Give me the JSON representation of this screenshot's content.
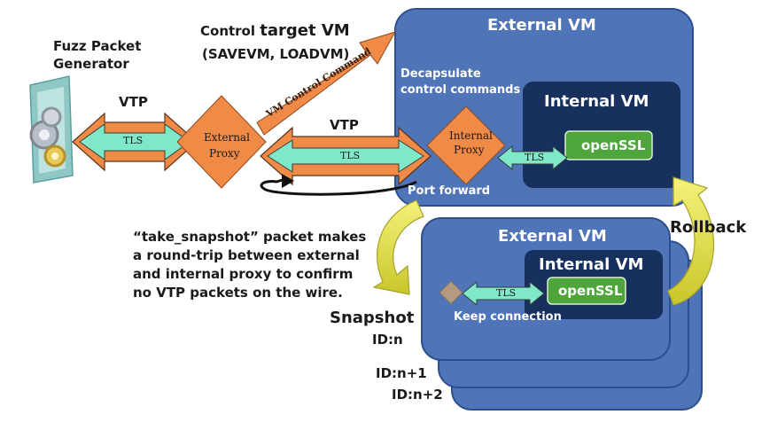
{
  "fuzz": {
    "title_line1": "Fuzz Packet",
    "title_line2": "Generator"
  },
  "control": {
    "prefix": "Control ",
    "target": "target VM",
    "commands": "(SAVEVM, LOADVM)",
    "arrow_label": "VM Control Command"
  },
  "links": {
    "vtp_left": "VTP",
    "tls_left": "TLS",
    "vtp_mid": "VTP",
    "tls_mid": "TLS",
    "tls_inner": "TLS",
    "tls_snap": "TLS"
  },
  "external_proxy": {
    "line1": "External",
    "line2": "Proxy"
  },
  "internal_proxy": {
    "line1": "Internal",
    "line2": "Proxy"
  },
  "external_vm": {
    "title": "External VM",
    "decap_line1": "Decapsulate",
    "decap_line2": "control  commands",
    "port_forward": "Port forward"
  },
  "internal_vm": {
    "title": "Internal VM",
    "app": "openSSL"
  },
  "snapshot_vm": {
    "title": "External VM",
    "internal_title": "Internal VM",
    "app": "openSSL",
    "keep": "Keep connection"
  },
  "note": {
    "line1": "“take_snapshot” packet makes",
    "line2": "a round-trip between external",
    "line3": "and internal proxy to confirm",
    "line4": "no  VTP packets on the wire."
  },
  "snapshot": {
    "label": "Snapshot",
    "id1": "ID:n",
    "id2": "ID:n+1",
    "id3": "ID:n+2"
  },
  "rollback": "Rollback",
  "colors": {
    "vm_blue": "#4f74b8",
    "vm_dark": "#17305e",
    "green": "#4ea53c",
    "orange": "#ef8a47",
    "mint": "#7ee8c8",
    "yellow": "#e8e53a"
  }
}
